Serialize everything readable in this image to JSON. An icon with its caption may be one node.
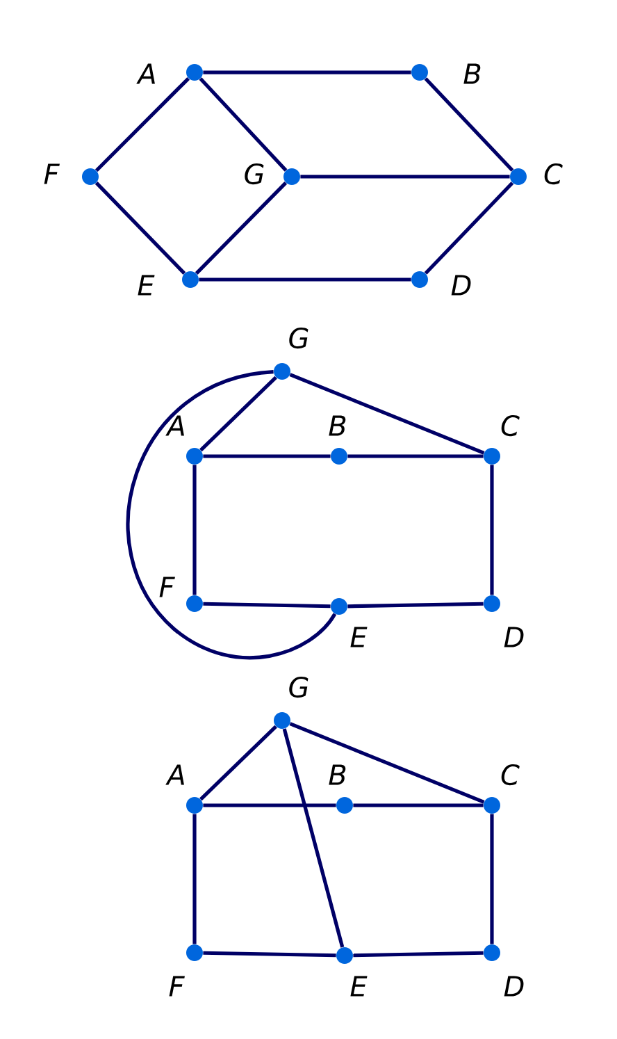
{
  "diagram": {
    "nodes": [
      {
        "text": [
          "A"
        ]
      },
      {
        "text": [
          "B"
        ]
      },
      {
        "text": [
          "C"
        ]
      },
      {
        "text": [
          "D"
        ]
      },
      {
        "text": [
          "E"
        ]
      },
      {
        "text": [
          "F"
        ]
      },
      {
        "text": [
          "G"
        ]
      },
      {
        "text": [
          "G"
        ]
      },
      {
        "text": [
          "A"
        ]
      },
      {
        "text": [
          "B"
        ]
      },
      {
        "text": [
          "C"
        ]
      },
      {
        "text": [
          "F"
        ]
      },
      {
        "text": [
          "E"
        ]
      },
      {
        "text": [
          "D"
        ]
      },
      {
        "text": [
          "G"
        ]
      },
      {
        "text": [
          "A"
        ]
      },
      {
        "text": [
          "B"
        ]
      },
      {
        "text": [
          "C"
        ]
      },
      {
        "text": [
          "F"
        ]
      },
      {
        "text": [
          "E"
        ]
      },
      {
        "text": [
          "D"
        ]
      }
    ],
    "edges": [
      {
        "from": 0,
        "to": 1,
        "arrow": "none"
      },
      {
        "from": 1,
        "to": 2,
        "arrow": "none"
      },
      {
        "from": 2,
        "to": 3,
        "arrow": "none"
      },
      {
        "from": 3,
        "to": 4,
        "arrow": "none"
      },
      {
        "from": 4,
        "to": 5,
        "arrow": "none"
      },
      {
        "from": 5,
        "to": 0,
        "arrow": "none"
      },
      {
        "from": 0,
        "to": 6,
        "arrow": "none"
      },
      {
        "from": 6,
        "to": 4,
        "arrow": "none"
      },
      {
        "from": 6,
        "to": 2,
        "arrow": "none"
      },
      {
        "from": 7,
        "to": 8,
        "arrow": "none"
      },
      {
        "from": 7,
        "to": 10,
        "arrow": "none"
      },
      {
        "from": 8,
        "to": 9,
        "arrow": "none"
      },
      {
        "from": 9,
        "to": 10,
        "arrow": "none"
      },
      {
        "from": 10,
        "to": 13,
        "arrow": "none"
      },
      {
        "from": 13,
        "to": 12,
        "arrow": "none"
      },
      {
        "from": 12,
        "to": 11,
        "arrow": "none"
      },
      {
        "from": 11,
        "to": 8,
        "arrow": "none"
      },
      {
        "from": 7,
        "to": 12,
        "arrow": "none"
      },
      {
        "from": 14,
        "to": 15,
        "arrow": "none"
      },
      {
        "from": 14,
        "to": 17,
        "arrow": "none"
      },
      {
        "from": 15,
        "to": 16,
        "arrow": "none"
      },
      {
        "from": 16,
        "to": 17,
        "arrow": "none"
      },
      {
        "from": 17,
        "to": 20,
        "arrow": "none"
      },
      {
        "from": 20,
        "to": 19,
        "arrow": "none"
      },
      {
        "from": 19,
        "to": 18,
        "arrow": "none"
      },
      {
        "from": 18,
        "to": 15,
        "arrow": "none"
      },
      {
        "from": 14,
        "to": 19,
        "arrow": "none"
      }
    ]
  }
}
